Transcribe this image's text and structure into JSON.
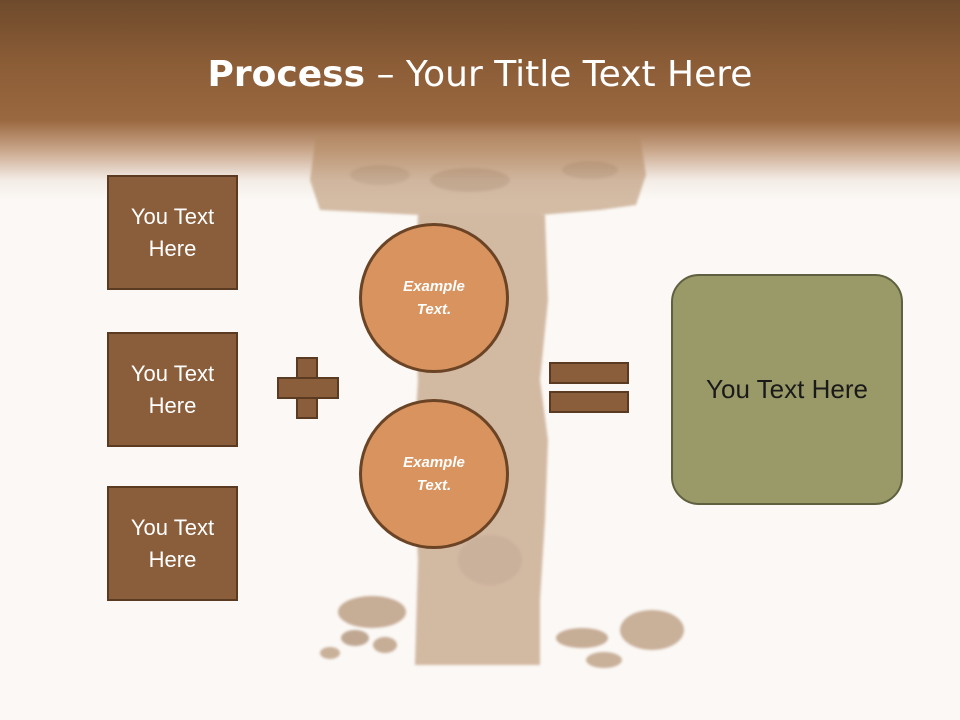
{
  "title": {
    "bold": "Process",
    "rest": " – Your Title Text Here"
  },
  "boxes": [
    {
      "label": "You Text Here"
    },
    {
      "label": "You Text Here"
    },
    {
      "label": "You Text Here"
    }
  ],
  "circles": [
    {
      "label": "Example Text."
    },
    {
      "label": "Example Text."
    }
  ],
  "result": {
    "label": "You Text Here"
  },
  "colors": {
    "header": "#8a5c36",
    "box_fill": "#8b5e3b",
    "circle_fill": "#d8935e",
    "result_fill": "#9a9a69",
    "background": "#fbf8f5"
  }
}
